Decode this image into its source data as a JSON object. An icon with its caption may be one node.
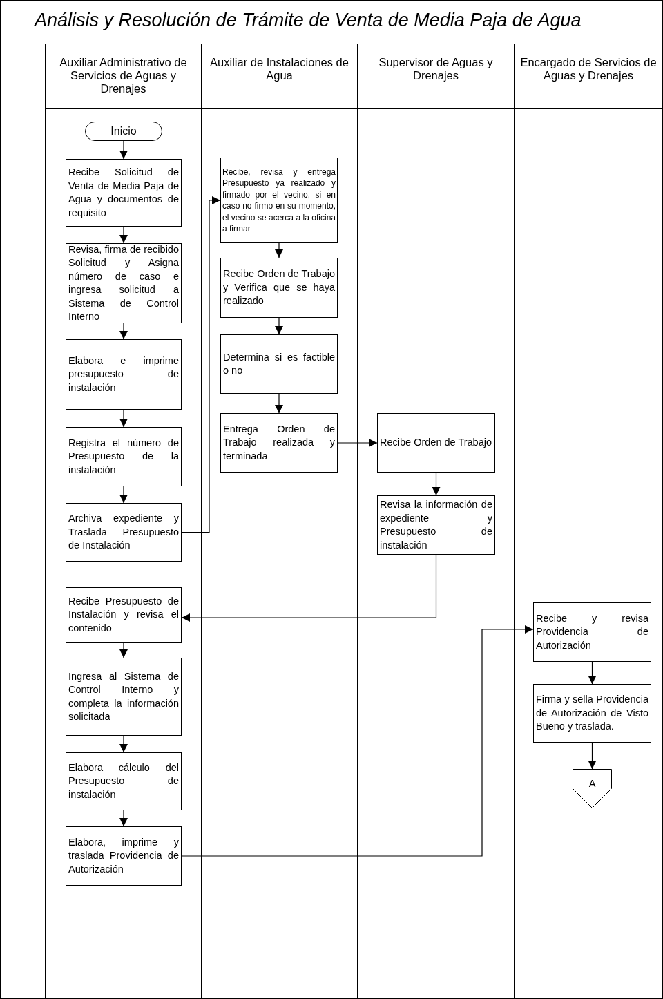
{
  "diagram": {
    "title": "Análisis y Resolución de Trámite de Venta de Media Paja de Agua",
    "nodes": [
      {
        "text": [
          "Auxiliar Administrativo de Servicios de Aguas y Drenajes"
        ]
      },
      {
        "text": [
          "Auxiliar de Instalaciones de Agua"
        ]
      },
      {
        "text": [
          "Supervisor de Aguas y Drenajes"
        ]
      },
      {
        "text": [
          "Encargado de Servicios de Aguas y Drenajes"
        ]
      },
      {
        "text": [
          "Inicio"
        ],
        "in": 0
      },
      {
        "text": [
          "Recibe Solicitud de Venta de Media Paja de Agua y documentos de requisito"
        ],
        "in": 0
      },
      {
        "text": [
          "Revisa, firma de recibido Solicitud y Asigna número de caso e ingresa solicitud a Sistema de Control Interno"
        ],
        "in": 0
      },
      {
        "text": [
          "Elabora e imprime presupuesto de instalación"
        ],
        "in": 0
      },
      {
        "text": [
          "Registra el número de Presupuesto de la instalación"
        ],
        "in": 0
      },
      {
        "text": [
          "Archiva expediente y Traslada Presupuesto de Instalación"
        ],
        "in": 0
      },
      {
        "text": [
          "Recibe Presupuesto de Instalación y revisa el contenido"
        ],
        "in": 0
      },
      {
        "text": [
          "Ingresa al Sistema de Control Interno y completa la información solicitada"
        ],
        "in": 0
      },
      {
        "text": [
          "Elabora cálculo del Presupuesto de instalación"
        ],
        "in": 0
      },
      {
        "text": [
          "Elabora, imprime y traslada Providencia de Autorización"
        ],
        "in": 0
      },
      {
        "text": [
          "Recibe, revisa y entrega Presupuesto ya realizado y firmado por el vecino, si en caso no firmo en su momento, el vecino se acerca a la oficina a firmar"
        ],
        "in": 1
      },
      {
        "text": [
          "Recibe Orden de Trabajo y Verifica que se haya realizado"
        ],
        "in": 1
      },
      {
        "text": [
          "Determina si es factible o no"
        ],
        "in": 1
      },
      {
        "text": [
          "Entrega Orden de Trabajo realizada y terminada"
        ],
        "in": 1
      },
      {
        "text": [
          "Recibe Orden de Trabajo"
        ],
        "in": 2
      },
      {
        "text": [
          "Revisa la información de expediente y Presupuesto de instalación"
        ],
        "in": 2
      },
      {
        "text": [
          "Recibe y revisa Providencia de Autorización"
        ],
        "in": 3
      },
      {
        "text": [
          "Firma y sella Providencia de Autorización de Visto Bueno y traslada."
        ],
        "in": 3
      },
      {
        "text": [
          "A"
        ],
        "in": 3
      }
    ],
    "edges": [
      {
        "from": 4,
        "to": 5,
        "arrow": "to"
      },
      {
        "from": 5,
        "to": 6,
        "arrow": "to"
      },
      {
        "from": 6,
        "to": 7,
        "arrow": "to"
      },
      {
        "from": 7,
        "to": 8,
        "arrow": "to"
      },
      {
        "from": 8,
        "to": 9,
        "arrow": "to"
      },
      {
        "from": 9,
        "to": 14,
        "arrow": "to"
      },
      {
        "from": 14,
        "to": 15,
        "arrow": "to"
      },
      {
        "from": 15,
        "to": 16,
        "arrow": "to"
      },
      {
        "from": 16,
        "to": 17,
        "arrow": "to"
      },
      {
        "from": 17,
        "to": 18,
        "arrow": "to"
      },
      {
        "from": 18,
        "to": 19,
        "arrow": "to"
      },
      {
        "from": 19,
        "to": 10,
        "arrow": "to"
      },
      {
        "from": 10,
        "to": 11,
        "arrow": "to"
      },
      {
        "from": 11,
        "to": 12,
        "arrow": "to"
      },
      {
        "from": 12,
        "to": 13,
        "arrow": "to"
      },
      {
        "from": 13,
        "to": 20,
        "arrow": "to"
      },
      {
        "from": 20,
        "to": 21,
        "arrow": "to"
      },
      {
        "from": 21,
        "to": 22,
        "arrow": "to"
      }
    ]
  }
}
